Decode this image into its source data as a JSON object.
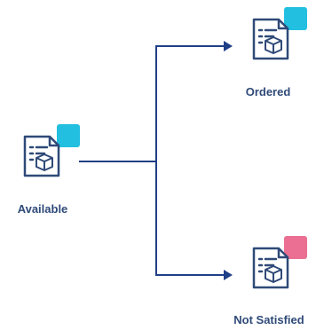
{
  "nodes": {
    "available": {
      "label": "Available",
      "badge_color": "#22bfe0"
    },
    "ordered": {
      "label": "Ordered",
      "badge_color": "#22bfe0"
    },
    "not_satisfied": {
      "label": "Not Satisfied",
      "badge_color": "#ea6f93"
    }
  },
  "colors": {
    "connector": "#1f3f86",
    "icon_stroke": "#2f4a78"
  }
}
